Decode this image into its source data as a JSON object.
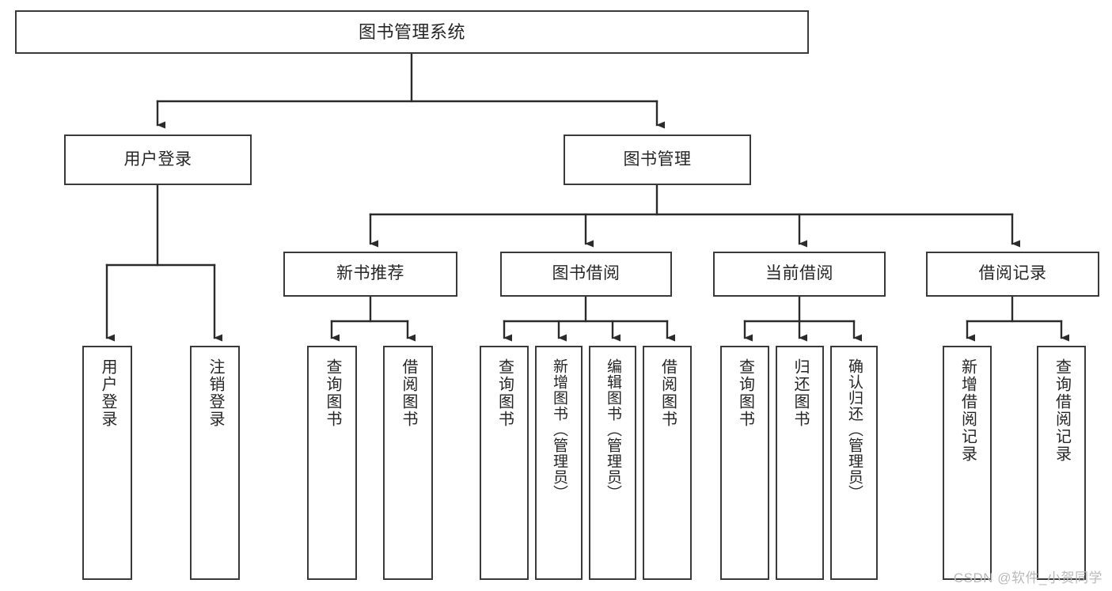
{
  "diagram": {
    "type": "tree-hierarchy-chart",
    "title": "图书管理系统",
    "colors": {
      "box_border": "#3a3a3a",
      "box_fill": "#ffffff",
      "connector": "#2b2b2b",
      "text": "#262626",
      "watermark": "#b9b9b9",
      "page_background": "#ffffff"
    },
    "watermark": "CSDN @软件_小贺同学",
    "nodes": {
      "root": {
        "label": "图书管理系统"
      },
      "level2": [
        {
          "label": "用户登录"
        },
        {
          "label": "图书管理"
        }
      ],
      "level3": [
        {
          "label": "新书推荐"
        },
        {
          "label": "图书借阅"
        },
        {
          "label": "当前借阅"
        },
        {
          "label": "借阅记录"
        }
      ],
      "leaves": {
        "user_login": [
          {
            "label": "用户登录"
          },
          {
            "label": "注销登录"
          }
        ],
        "new_book_recommend": [
          {
            "label": "查询图书"
          },
          {
            "label": "借阅图书"
          }
        ],
        "book_borrow": [
          {
            "label": "查询图书"
          },
          {
            "label": "新增图书（管理员）"
          },
          {
            "label": "编辑图书（管理员）"
          },
          {
            "label": "借阅图书"
          }
        ],
        "current_borrow": [
          {
            "label": "查询图书"
          },
          {
            "label": "归还图书"
          },
          {
            "label": "确认归还（管理员）"
          }
        ],
        "borrow_record": [
          {
            "label": "新增借阅记录"
          },
          {
            "label": "查询借阅记录"
          }
        ]
      }
    }
  }
}
